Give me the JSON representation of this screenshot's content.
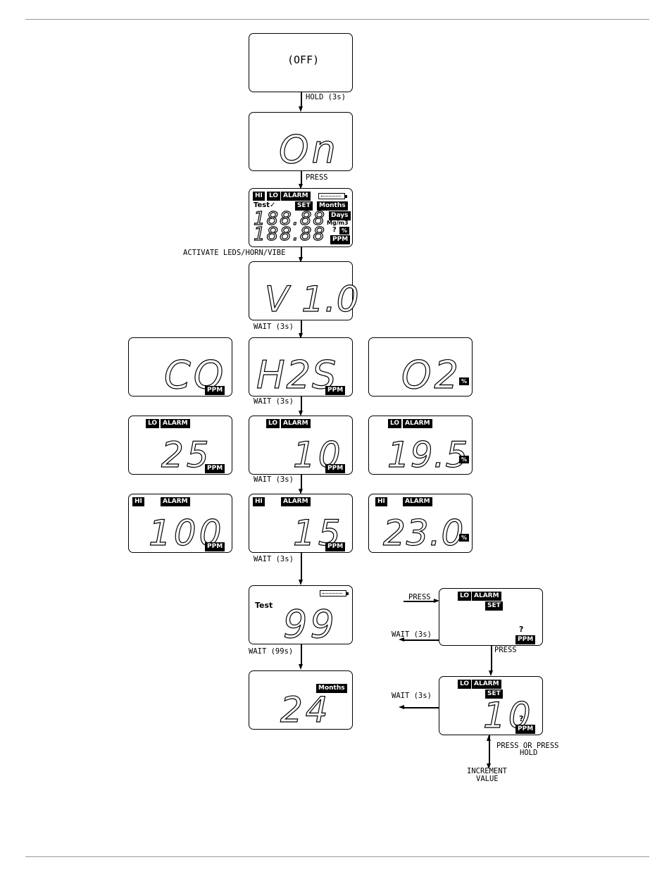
{
  "screens": {
    "off": {
      "text": "(OFF)"
    },
    "on": {
      "big": "On"
    },
    "all": {
      "hi": "HI",
      "lo": "LO",
      "alarm": "ALARM",
      "test": "Test✓",
      "set": "SET",
      "months": "Months",
      "days": "Days",
      "mgm3": "Mg/m3",
      "q": "?",
      "pct": "%",
      "ppm": "PPM",
      "row1": "188.88",
      "row2": "188.88"
    },
    "version": {
      "big": "V 1.0"
    },
    "gas_co": {
      "big": "CO",
      "unit": "PPM"
    },
    "gas_h2s": {
      "big": "H2S",
      "unit": "PPM"
    },
    "gas_o2": {
      "big": "O2",
      "unit": "%"
    },
    "lo_co": {
      "lo": "LO",
      "alarm": "ALARM",
      "big": "25",
      "unit": "PPM"
    },
    "lo_h2s": {
      "lo": "LO",
      "alarm": "ALARM",
      "big": "10",
      "unit": "PPM"
    },
    "lo_o2": {
      "lo": "LO",
      "alarm": "ALARM",
      "big": "19.5",
      "unit": "%"
    },
    "hi_co": {
      "hi": "HI",
      "alarm": "ALARM",
      "big": "100",
      "unit": "PPM"
    },
    "hi_h2s": {
      "hi": "HI",
      "alarm": "ALARM",
      "big": "15",
      "unit": "PPM"
    },
    "hi_o2": {
      "hi": "HI",
      "alarm": "ALARM",
      "big": "23.0",
      "unit": "%"
    },
    "test": {
      "test": "Test",
      "big": "99"
    },
    "months": {
      "months": "Months",
      "big": "24"
    },
    "set1": {
      "lo": "LO",
      "alarm": "ALARM",
      "set": "SET",
      "q": "?",
      "unit": "PPM"
    },
    "set2": {
      "lo": "LO",
      "alarm": "ALARM",
      "set": "SET",
      "big": "10",
      "q": "?",
      "unit": "PPM"
    }
  },
  "labels": {
    "hold3s": "HOLD (3s)",
    "press1": "PRESS",
    "activate": "ACTIVATE LEDS/HORN/VIBE",
    "wait3s_a": "WAIT (3s)",
    "wait3s_b": "WAIT (3s)",
    "wait3s_c": "WAIT (3s)",
    "wait3s_d": "WAIT (3s)",
    "wait99s": "WAIT (99s)",
    "press_in": "PRESS",
    "wait_out1": "WAIT (3s)",
    "press_down": "PRESS",
    "wait_out2": "WAIT (3s)",
    "press_or": "PRESS OR PRESS",
    "hold": "HOLD",
    "increment": "INCREMENT",
    "value": "VALUE"
  }
}
